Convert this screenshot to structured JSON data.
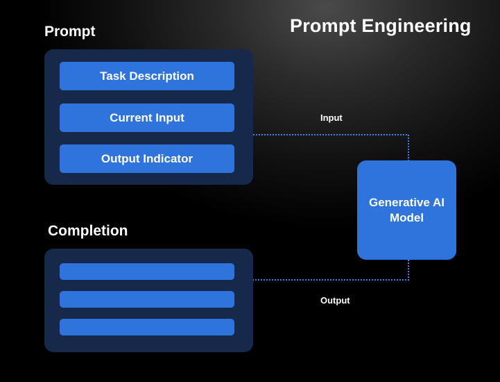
{
  "title": "Prompt Engineering",
  "prompt": {
    "heading": "Prompt",
    "items": [
      "Task Description",
      "Current Input",
      "Output Indicator"
    ]
  },
  "completion": {
    "heading": "Completion"
  },
  "model": {
    "label": "Generative AI Model"
  },
  "connectors": {
    "input_label": "Input",
    "output_label": "Output"
  },
  "colors": {
    "background": "#000000",
    "panel": "#17294a",
    "accent": "#2f74dc",
    "connector": "#3b82f6",
    "text": "#ffffff"
  }
}
